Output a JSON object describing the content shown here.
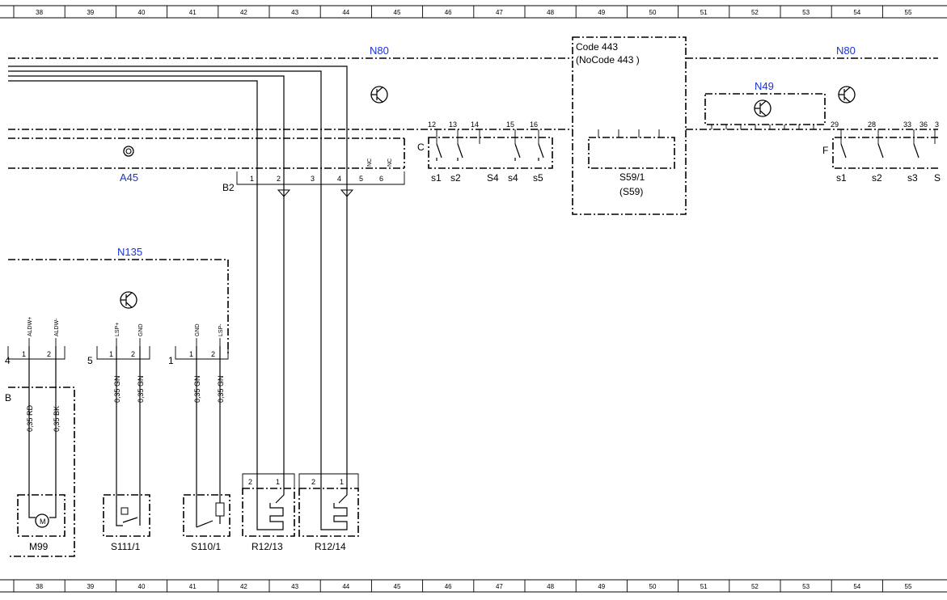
{
  "ruler": [
    "38",
    "39",
    "40",
    "41",
    "42",
    "43",
    "44",
    "45",
    "46",
    "47",
    "48",
    "49",
    "50",
    "51",
    "52",
    "53",
    "54",
    "55"
  ],
  "components": {
    "n80_left": "N80",
    "n80_right": "N80",
    "n49": "N49",
    "n135": "N135",
    "a45": "A45",
    "code_label": "Code 443",
    "nocode_label": "(NoCode 443  )",
    "s59_1": "S59/1",
    "s59": "(S59)",
    "b2": "B2",
    "m99": "M99",
    "s111_1": "S111/1",
    "s110_1": "S110/1",
    "r12_13": "R12/13",
    "r12_14": "R12/14",
    "conn_c": "C",
    "conn_f": "F",
    "conn_5": "5",
    "conn_1": "1",
    "conn_4": "4",
    "conn_b": "B"
  },
  "b2_pins": [
    "1",
    "2",
    "3",
    "4",
    "5",
    "6"
  ],
  "nc": "NC",
  "c_pins": [
    "12",
    "13",
    "14",
    "15",
    "16"
  ],
  "c_switches": [
    "s1",
    "s2",
    "S4",
    "s4",
    "s5"
  ],
  "f_pins": [
    "29",
    "28",
    "33",
    "36",
    "3"
  ],
  "f_switches": [
    "s1",
    "s2",
    "s3",
    "S"
  ],
  "n135_pins": {
    "aldw_plus": "ALDW+",
    "aldw_minus": "ALDW-",
    "lsp_plus": "LSP+",
    "gnd": "GND",
    "lsp_minus": "LSP-",
    "p1": "1",
    "p2": "2"
  },
  "wires": {
    "rd": "0,35 RD",
    "bk": "0,35 BK",
    "gn": "0,35 GN"
  },
  "relay_pins": {
    "p1": "1",
    "p2": "2"
  },
  "motor": "M"
}
